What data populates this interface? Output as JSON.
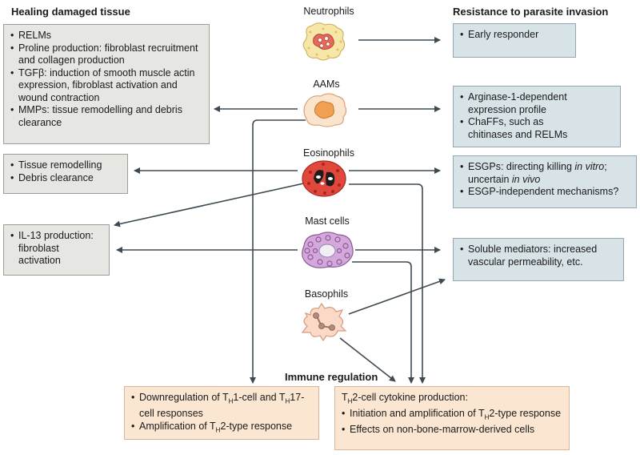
{
  "headers": {
    "left": "Healing damaged tissue",
    "right": "Resistance to parasite invasion",
    "bottom": "Immune regulation"
  },
  "cells": {
    "neutrophils": "Neutrophils",
    "aams": "AAMs",
    "eosinophils": "Eosinophils",
    "mast": "Mast cells",
    "basophils": "Basophils"
  },
  "left_boxes": {
    "aams": [
      "RELMs",
      "Proline production: fibroblast recruitment and collagen production",
      "TGFβ: induction of smooth muscle actin expression, fibroblast activation and wound contraction",
      "MMPs: tissue remodelling and debris clearance"
    ],
    "eos": [
      "Tissue remodelling",
      "Debris clearance"
    ],
    "il13": [
      "IL-13 production: fibroblast activation"
    ]
  },
  "right_boxes": {
    "neut": [
      "Early responder"
    ],
    "aams": [
      "Arginase-1-dependent expression profile",
      "ChaFFs, such as chitinases and RELMs"
    ],
    "eos_line1_a": "ESGPs: directing killing ",
    "eos_line1_b": "in vitro",
    "eos_line1_c": "; uncertain ",
    "eos_line1_d": "in vivo",
    "eos_line2": "ESGP-independent mechanisms?",
    "mast": [
      "Soluble mediators: increased vascular permeability, etc."
    ]
  },
  "bottom_boxes": {
    "left_1a": "Downregulation of T",
    "left_1b": "H",
    "left_1c": "1-cell and T",
    "left_1d": "H",
    "left_1e": "17-cell responses",
    "left_2a": "Amplification of T",
    "left_2b": "H",
    "left_2c": "2-type response",
    "right_title_a": "T",
    "right_title_b": "H",
    "right_title_c": "2-cell cytokine production:",
    "right_1a": "Initiation and amplification of T",
    "right_1b": "H",
    "right_1c": "2-type response",
    "right_2": "Effects on non-bone-marrow-derived cells"
  }
}
